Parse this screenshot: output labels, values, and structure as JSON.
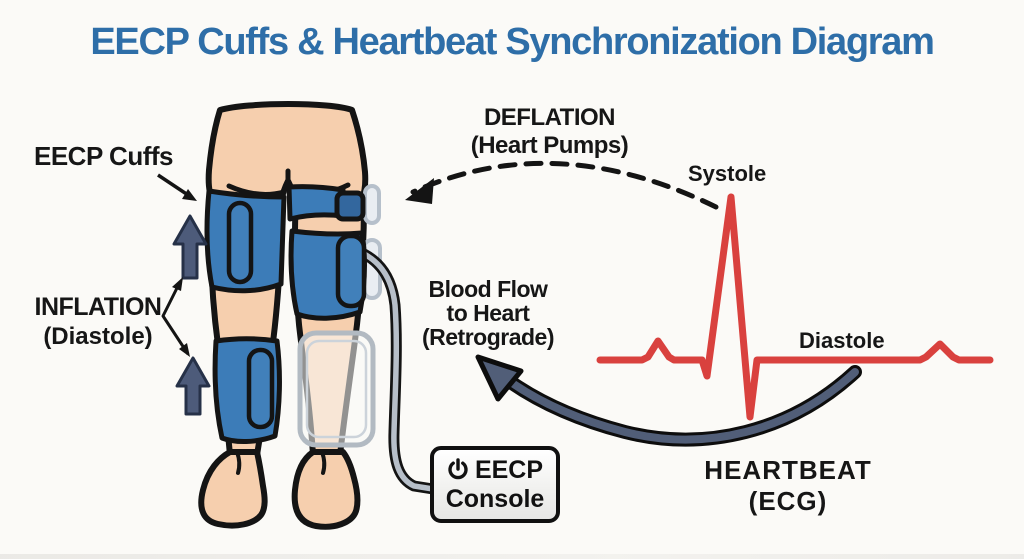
{
  "title": "EECP Cuffs & Heartbeat Synchronization Diagram",
  "left_panel": {
    "cuffs_label": "EECP Cuffs",
    "inflation": {
      "line1": "INFLATION",
      "line2": "(Diastole)"
    }
  },
  "center": {
    "deflation": {
      "line1": "DEFLATION",
      "line2": "(Heart Pumps)"
    },
    "blood_flow": {
      "line1": "Blood Flow",
      "line2": "to Heart",
      "line3": "(Retrograde)"
    },
    "console": {
      "icon": "power-icon",
      "line1": "EECP",
      "line2": "Console"
    }
  },
  "ecg": {
    "systole_label": "Systole",
    "diastole_label": "Diastole",
    "heartbeat": {
      "line1": "HEARTBEAT",
      "line2": "(ECG)"
    }
  },
  "colors": {
    "title_blue": "#2e6ea8",
    "cuff_blue": "#3c7cb8",
    "cuff_pad_blue": "#4180ba",
    "skin": "#f6cfae",
    "ecg_red": "#d9413e",
    "arrow_slate": "#4d5b7a",
    "outline_black": "#141414",
    "background": "#fbfaf7"
  }
}
